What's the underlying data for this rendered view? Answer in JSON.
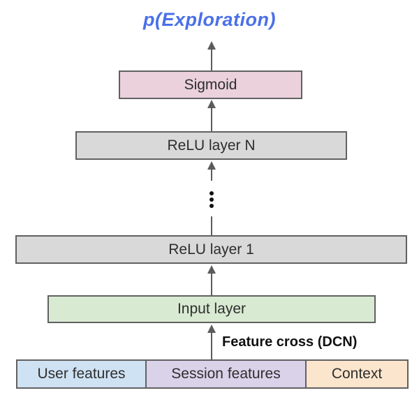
{
  "figure": {
    "title": {
      "text": "p(Exploration)",
      "color": "#4a70e8"
    },
    "nodes": [
      {
        "id": "sigmoid",
        "label": "Sigmoid",
        "fill": "#ead1dc"
      },
      {
        "id": "relu-layer-n",
        "label": "ReLU layer N",
        "fill": "#d9d9d9"
      },
      {
        "id": "relu-layer-1",
        "label": "ReLU layer 1",
        "fill": "#d9d9d9"
      },
      {
        "id": "input-layer",
        "label": "Input layer",
        "fill": "#d9ead3"
      },
      {
        "id": "user-features",
        "label": "User features",
        "fill": "#cfe2f3"
      },
      {
        "id": "session-features",
        "label": "Session features",
        "fill": "#d9d2e9"
      },
      {
        "id": "context",
        "label": "Context",
        "fill": "#fce5cd"
      }
    ],
    "edge_label": "Feature cross (DCN)",
    "edges": [
      {
        "from": "features-row",
        "to": "input-layer",
        "label": "Feature cross (DCN)"
      },
      {
        "from": "input-layer",
        "to": "relu-layer-1",
        "label": ""
      },
      {
        "from": "relu-layer-1",
        "to": "relu-layer-n",
        "label": "… (hidden layers elided)"
      },
      {
        "from": "relu-layer-n",
        "to": "sigmoid",
        "label": ""
      },
      {
        "from": "sigmoid",
        "to": "p(Exploration)",
        "label": ""
      }
    ],
    "colors": {
      "border": "#616161",
      "arrow": "#5c5c5c",
      "title": "#4a70e8"
    }
  }
}
